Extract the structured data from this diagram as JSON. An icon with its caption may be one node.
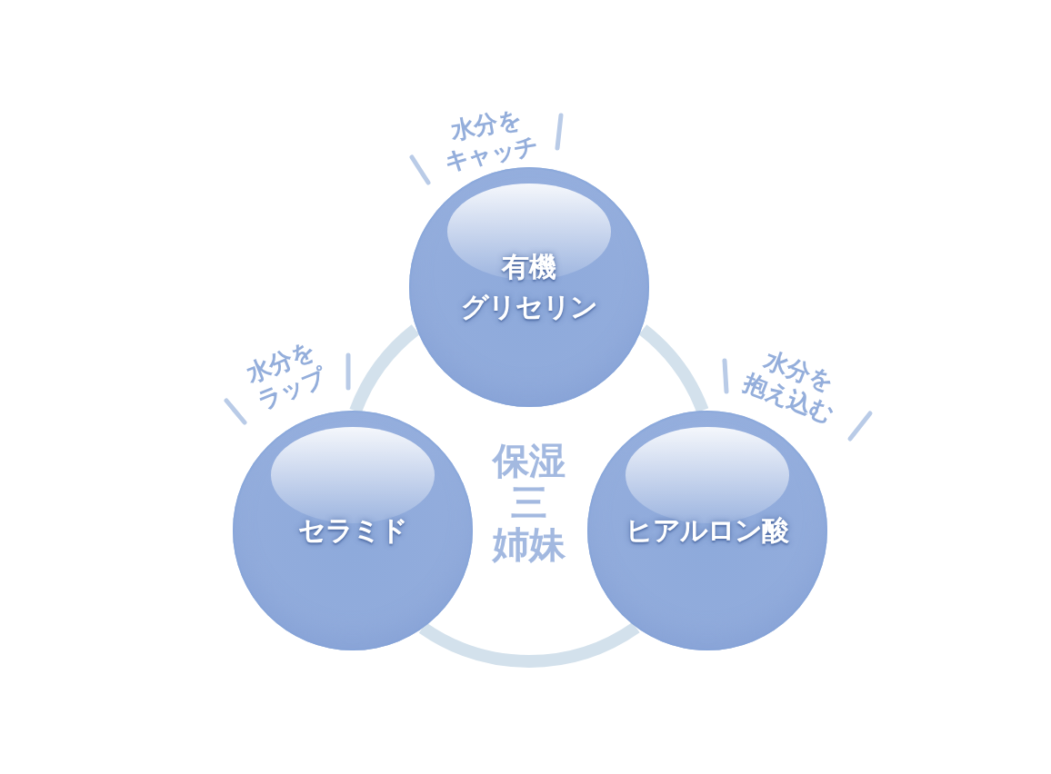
{
  "diagram": {
    "nodes": [
      {
        "text": [
          "有機グリセリン"
        ],
        "beside": [
          "水分をキャッチ"
        ]
      },
      {
        "text": [
          "セラミド"
        ],
        "beside": [
          "水分をラップ"
        ]
      },
      {
        "text": [
          "ヒアルロン酸"
        ],
        "beside": [
          "水分を抱え込む"
        ]
      }
    ],
    "edges": [
      {
        "from": 0,
        "to": 1,
        "arrow": "none"
      },
      {
        "from": 1,
        "to": 2,
        "arrow": "none"
      },
      {
        "from": 2,
        "to": 0,
        "arrow": "none"
      }
    ],
    "labels": [
      "保湿三姉妹"
    ]
  }
}
